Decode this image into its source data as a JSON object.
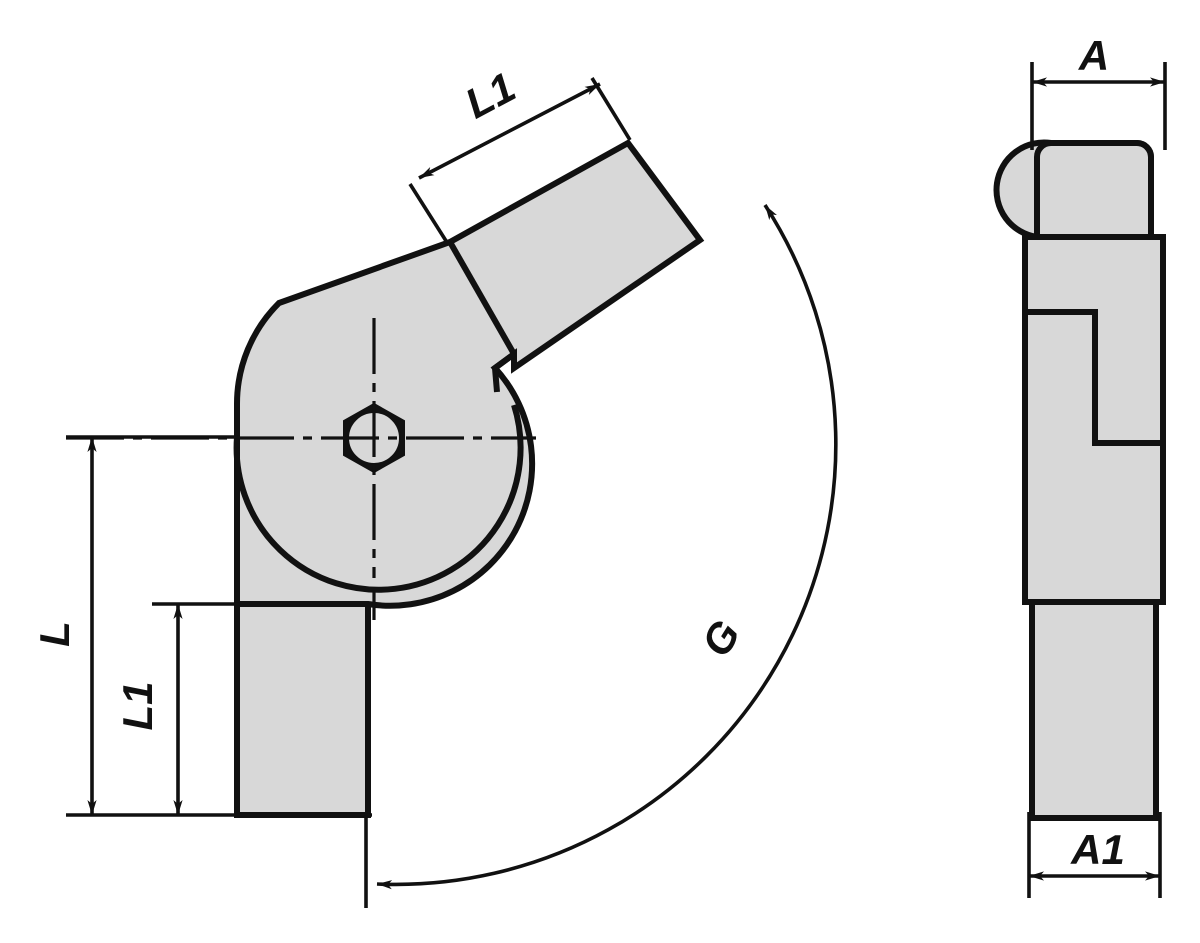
{
  "drawing": {
    "title": "Technical drawing - angled clamp connector",
    "type": "engineering-dimension-drawing",
    "background_color": "#ffffff",
    "body_fill_color": "#d8d8d8",
    "outline_color": "#111111",
    "dimension_line_color": "#111111"
  },
  "views": {
    "front": {
      "name": "front-view",
      "dimension_labels": {
        "length_total": "L",
        "length_lower_arm": "L1",
        "length_upper_arm": "L1",
        "angle_arc": "G"
      }
    },
    "side": {
      "name": "side-view",
      "dimension_labels": {
        "width_top": "A",
        "width_bottom": "A1"
      }
    }
  },
  "labels": {
    "L": "L",
    "L1_upper": "L1",
    "L1_lower": "L1",
    "G": "G",
    "A": "A",
    "A1": "A1"
  },
  "icons": {
    "hex_socket": "hexagon-socket-icon",
    "center_mark": "center-line-icon",
    "arrow": "dimension-arrow-icon"
  }
}
